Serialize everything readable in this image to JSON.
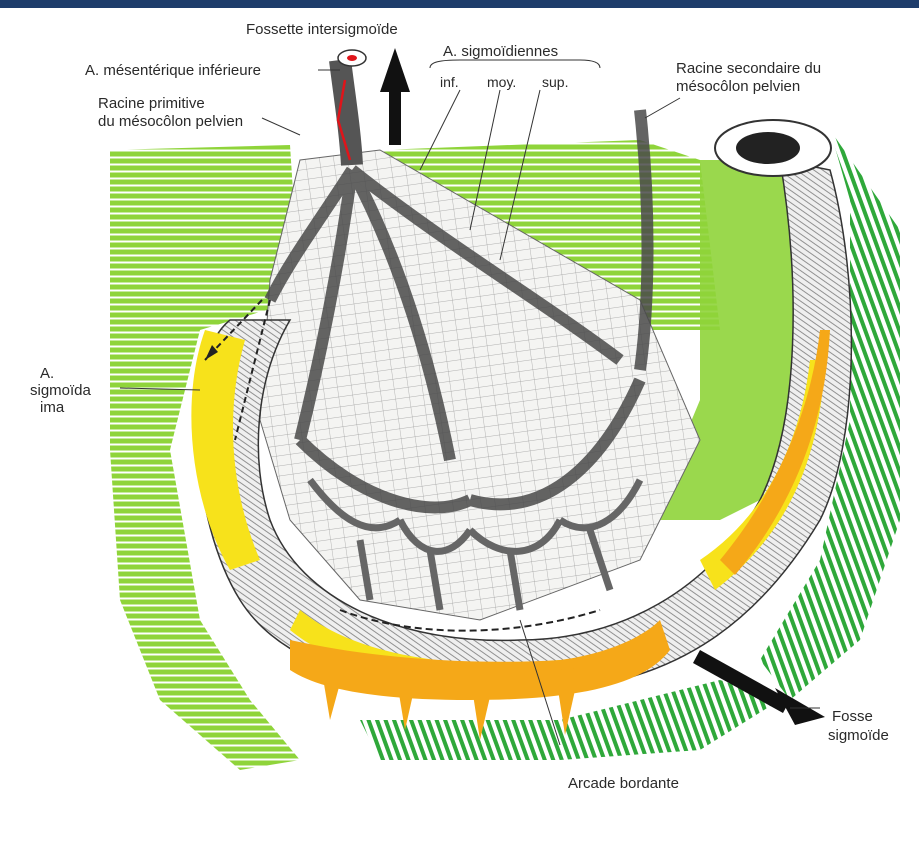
{
  "labels": {
    "fossette": "Fossette intersigmoïde",
    "mesenterique": "A. mésentérique inférieure",
    "sigmoidiennes": "A. sigmoïdiennes",
    "inf": "inf.",
    "moy": "moy.",
    "sup": "sup.",
    "racine_secondaire_1": "Racine secondaire du",
    "racine_secondaire_2": "mésocôlon pelvien",
    "racine_primitive_1": "Racine primitive",
    "racine_primitive_2": "du mésocôlon pelvien",
    "sigmoida_1": "A.",
    "sigmoida_2": "sigmoïda",
    "sigmoida_3": "ima",
    "fosse_1": "Fosse",
    "fosse_2": "sigmoïde",
    "arcade": "Arcade bordante"
  },
  "colors": {
    "header": "#1e3d6b",
    "mesocolon_green": "#8fd43a",
    "peritoneum_green": "#2fa83a",
    "fat_yellow": "#f7e21b",
    "fat_orange": "#f5a818",
    "artery_red": "#e0141a",
    "arrow_black": "#111111"
  }
}
